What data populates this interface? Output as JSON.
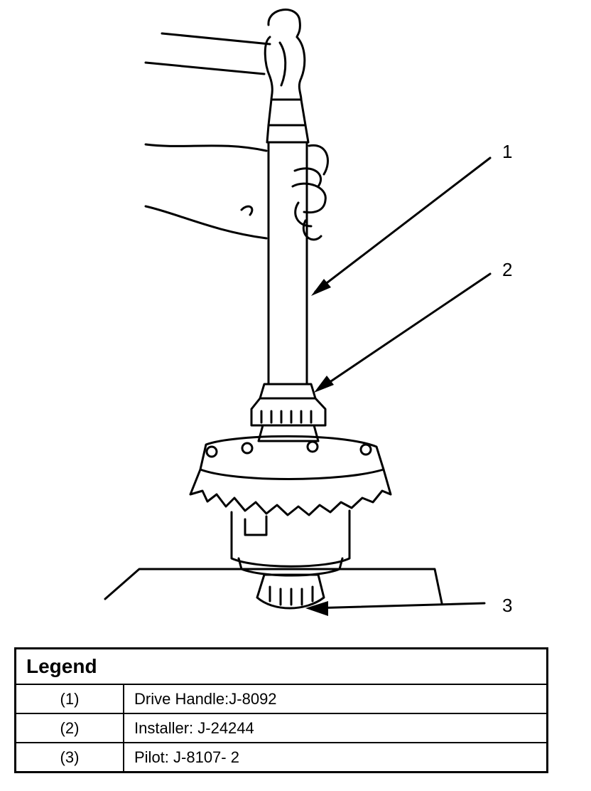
{
  "callouts": [
    "1",
    "2",
    "3"
  ],
  "legend": {
    "title": "Legend",
    "rows": [
      {
        "num": "(1)",
        "desc": "Drive Handle:J-8092"
      },
      {
        "num": "(2)",
        "desc": "Installer: J-24244"
      },
      {
        "num": "(3)",
        "desc": "Pilot: J-8107- 2"
      }
    ]
  }
}
